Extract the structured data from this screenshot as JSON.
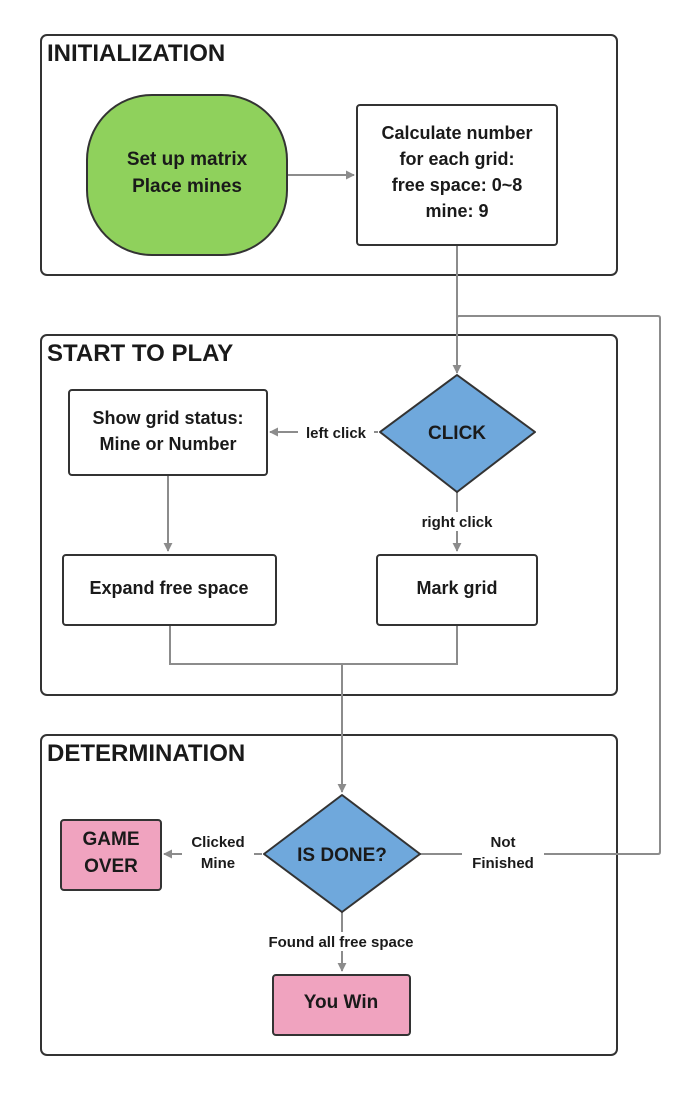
{
  "colors": {
    "section_border": "#333333",
    "node_border": "#333333",
    "connector": "#8c8c8c",
    "terminal_green": "#8fd15c",
    "decision_blue": "#6fa8dc",
    "end_pink": "#f0a3bf",
    "text": "#1a1a1a"
  },
  "sections": {
    "initialization": "INITIALIZATION",
    "start_to_play": "START TO PLAY",
    "determination": "DETERMINATION"
  },
  "nodes": {
    "setup": {
      "lines": [
        "Set up matrix",
        "Place mines"
      ],
      "shape": "terminal"
    },
    "calculate": {
      "lines": [
        "Calculate number",
        "for each grid:",
        "free space: 0~8",
        "mine: 9"
      ],
      "shape": "process"
    },
    "click": {
      "lines": [
        "CLICK"
      ],
      "shape": "decision"
    },
    "show_status": {
      "lines": [
        "Show grid status:",
        "Mine or Number"
      ],
      "shape": "process"
    },
    "expand": {
      "lines": [
        "Expand free space"
      ],
      "shape": "process"
    },
    "mark": {
      "lines": [
        "Mark grid"
      ],
      "shape": "process"
    },
    "is_done": {
      "lines": [
        "IS DONE?"
      ],
      "shape": "decision"
    },
    "game_over": {
      "lines": [
        "GAME",
        "OVER"
      ],
      "shape": "end"
    },
    "you_win": {
      "lines": [
        "You Win"
      ],
      "shape": "end"
    }
  },
  "edge_labels": {
    "left_click": "left click",
    "right_click": "right click",
    "clicked_mine": [
      "Clicked",
      "Mine"
    ],
    "not_finished": [
      "Not",
      "Finished"
    ],
    "found_all": "Found all free space"
  }
}
